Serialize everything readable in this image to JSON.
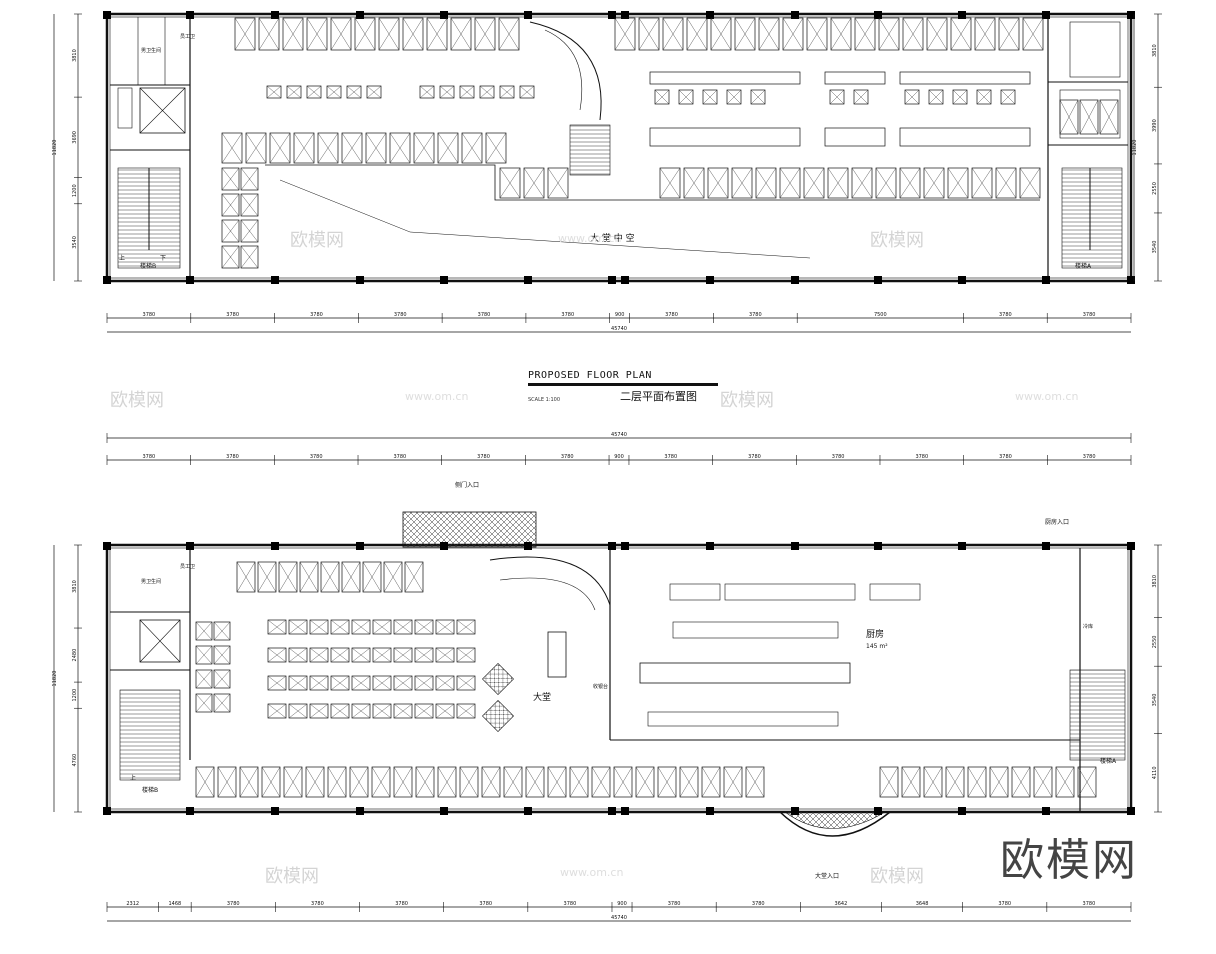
{
  "title_block": {
    "english": "PROPOSED FLOOR PLAN",
    "scale": "SCALE 1:100",
    "chinese": "二层平面布置图"
  },
  "plan_upper": {
    "labels": {
      "center_void": "大 堂 中 空",
      "staff_toilet": "员工卫",
      "male_toilet": "男卫生间",
      "stair_left": "楼梯B",
      "stair_right": "楼梯A",
      "up": "上",
      "down": "下"
    },
    "dims_top_left": [
      "3810",
      "3690",
      "1200",
      "3540"
    ],
    "dims_top_right": [
      "3810",
      "3990",
      "2550",
      "3540"
    ],
    "dims_bottom": [
      "3780",
      "3780",
      "3780",
      "3780",
      "3780",
      "3780",
      "900",
      "3780",
      "3780",
      "7500",
      "3780",
      "3780"
    ],
    "total_left": "11820",
    "total_right": "11820",
    "total_bottom": "45740"
  },
  "plan_lower": {
    "labels": {
      "side_entrance": "侧门入口",
      "staff_entrance": "厨房入口",
      "main_entrance": "大堂入口",
      "hall": "大堂",
      "kitchen": "厨房",
      "kitchen_area": "145 m²",
      "cashier": "收银台",
      "stair_left": "楼梯B",
      "stair_right": "楼梯A",
      "male_toilet": "男卫生间",
      "staff_toilet": "员工卫",
      "cold_room": "冷库",
      "up": "上"
    },
    "dims_top_total": "45740",
    "dims_top": [
      "3780",
      "3780",
      "3780",
      "3780",
      "3780",
      "3780",
      "900",
      "3780",
      "3780",
      "3780",
      "3780",
      "3780",
      "3780"
    ],
    "dims_left": [
      "3810",
      "2480",
      "1200",
      "4760"
    ],
    "dims_right": [
      "3810",
      "2550",
      "3540",
      "4110"
    ],
    "total_left": "11820",
    "dims_bottom": [
      "2312",
      "1468",
      "3780",
      "3780",
      "3780",
      "3780",
      "3780",
      "900",
      "3780",
      "3780",
      "3642",
      "3648",
      "3780",
      "3780"
    ],
    "total_bottom": "45740"
  },
  "watermark": {
    "brand": "欧模网",
    "url": "www.om.cn"
  },
  "colors": {
    "line": "#111111",
    "hatch": "#333333",
    "column": "#000000",
    "background": "#ffffff",
    "watermark": "#d4d4d4"
  }
}
